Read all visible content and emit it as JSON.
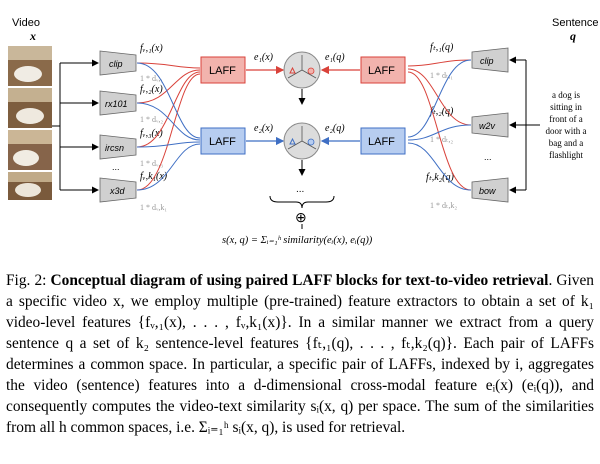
{
  "figure": {
    "video": {
      "title": "Video",
      "var": "x"
    },
    "sentence": {
      "title": "Sentence",
      "var": "q",
      "text_lines": [
        "a dog is",
        "sitting in",
        "front of a",
        "door with a",
        "bag and a",
        "flashlight"
      ]
    },
    "video_extractors": [
      "clip",
      "rx101",
      "ircsn",
      "x3d"
    ],
    "video_features": [
      "fᵥ,₁(x)",
      "fᵥ,₂(x)",
      "fᵥ,₃(x)",
      "fᵥ,k₁(x)"
    ],
    "video_weights": [
      "1 * dᵥ,₁",
      "1 * dᵥ,₂",
      "1 * dᵥ,₃",
      "1 * dᵥ,k₁"
    ],
    "text_extractors": [
      "clip",
      "w2v",
      "bow"
    ],
    "text_features": [
      "fₜ,₁(q)",
      "fₜ,₂(q)",
      "fₜ,k₂(q)"
    ],
    "text_weights": [
      "1 * dₜ,₁",
      "1 * dₜ,₂",
      "1 * dₜ,k₂"
    ],
    "laff_label": "LAFF",
    "embed_labels": [
      "e₁(x)",
      "e₁(q)",
      "e₂(x)",
      "e₂(q)"
    ],
    "ellipsis": "...",
    "plus": "⊕",
    "formula": "s(x, q) = Σᵢ₌₁ʰ similarity(eᵢ(x), eᵢ(q))"
  },
  "caption": {
    "prefix": "Fig. 2: ",
    "title": "Conceptual diagram of using paired LAFF blocks for text-to-video retrieval",
    "body": ". Given a specific video x, we employ multiple (pre-trained) feature extractors to obtain a set of k₁ video-level features {fᵥ,₁(x), . . . , fᵥ,k₁(x)}. In a similar manner we extract from a query sentence q a set of k₂ sentence-level features {fₜ,₁(q), . . . , fₜ,k₂(q)}. Each pair of LAFFs determines a common space. In particular, a specific pair of LAFFs, indexed by i, aggregates the video (sentence) features into a d-dimensional cross-modal feature eᵢ(x) (eᵢ(q)), and consequently computes the video-text similarity sᵢ(x, q) per space. The sum of the similarities from all h common spaces, i.e. Σᵢ₌₁ʰ sᵢ(x, q), is used for retrieval."
  },
  "colors": {
    "red": "#d9423a",
    "blue": "#3f6fc4",
    "laff_red": "#f2b3ad",
    "laff_blue": "#b7cdf0",
    "extractor": "#d0d0d0"
  }
}
